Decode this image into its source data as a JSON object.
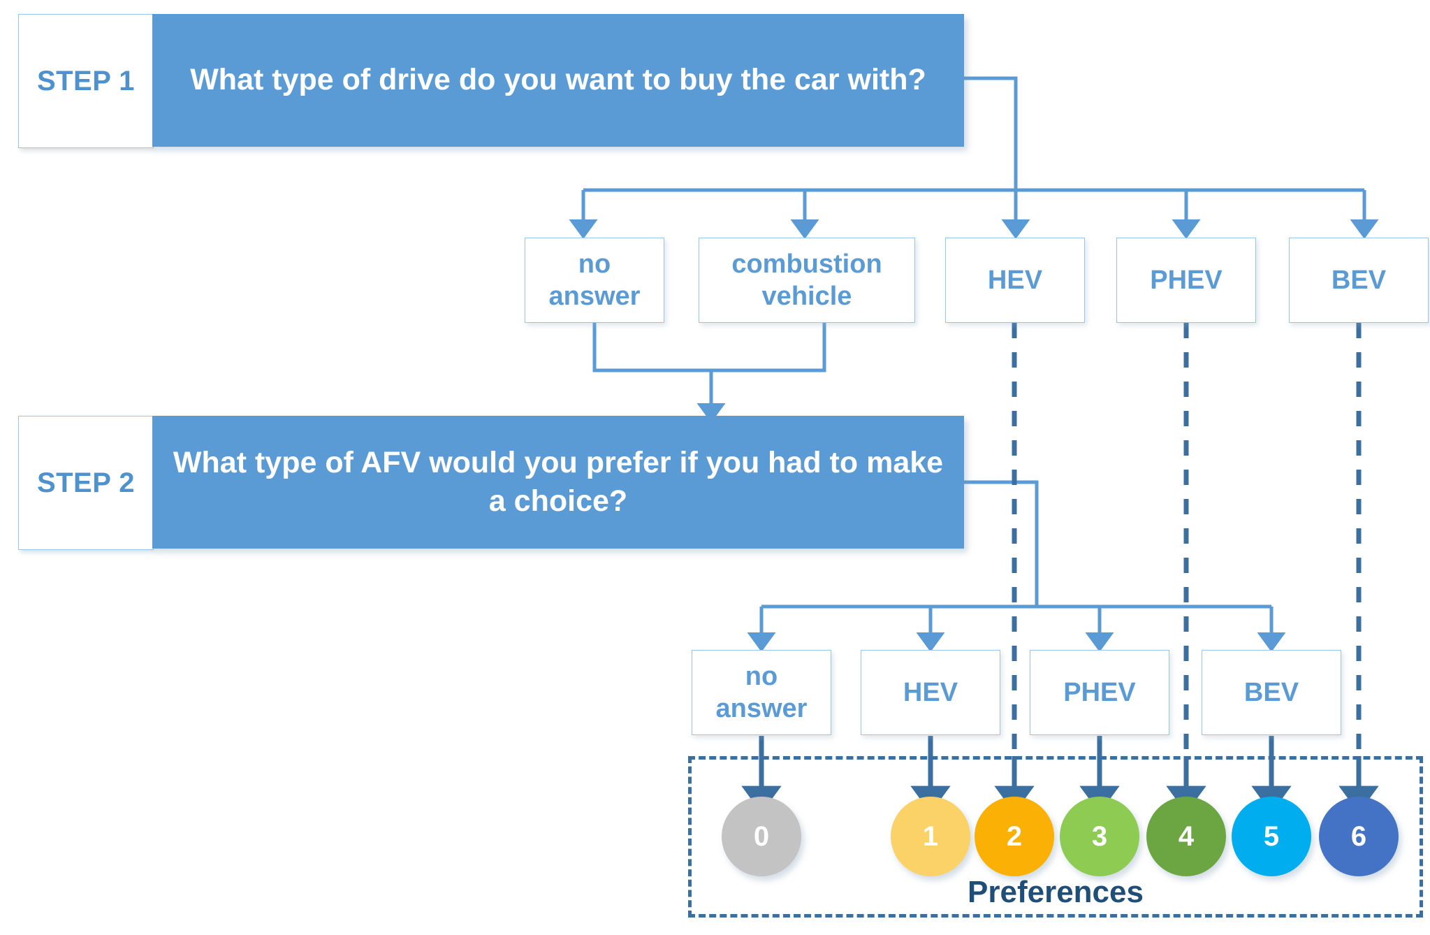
{
  "diagram": {
    "title": "Two-step vehicle drive preference survey flow",
    "colors": {
      "step_bar_fill": "#5B9BD5",
      "box_border": "#9DC3E6",
      "box_text": "#5B9BD5",
      "connector": "#5B9BD5",
      "dashed_connector": "#3B6FA0",
      "preferences_label": "#1F4E79"
    }
  },
  "steps": [
    {
      "tag": "STEP 1",
      "question": "What type of drive do you want to buy the car with?"
    },
    {
      "tag": "STEP 2",
      "question": "What type of AFV would you prefer if you had to make a choice?"
    }
  ],
  "step1_options": [
    {
      "label": "no answer",
      "lines": [
        "no",
        "answer"
      ]
    },
    {
      "label": "combustion vehicle",
      "lines": [
        "combustion",
        "vehicle"
      ]
    },
    {
      "label": "HEV",
      "lines": [
        "HEV"
      ]
    },
    {
      "label": "PHEV",
      "lines": [
        "PHEV"
      ]
    },
    {
      "label": "BEV",
      "lines": [
        "BEV"
      ]
    }
  ],
  "step2_options": [
    {
      "label": "no answer",
      "lines": [
        "no",
        "answer"
      ]
    },
    {
      "label": "HEV",
      "lines": [
        "HEV"
      ]
    },
    {
      "label": "PHEV",
      "lines": [
        "PHEV"
      ]
    },
    {
      "label": "BEV",
      "lines": [
        "BEV"
      ]
    }
  ],
  "preferences": {
    "label": "Preferences",
    "scale": [
      {
        "value": "0",
        "color": "#C3C3C3"
      },
      {
        "value": "1",
        "color": "#FBD268"
      },
      {
        "value": "2",
        "color": "#FAB004"
      },
      {
        "value": "3",
        "color": "#8DCB52"
      },
      {
        "value": "4",
        "color": "#6CA643"
      },
      {
        "value": "5",
        "color": "#00AEEF"
      },
      {
        "value": "6",
        "color": "#4472C4"
      }
    ]
  }
}
